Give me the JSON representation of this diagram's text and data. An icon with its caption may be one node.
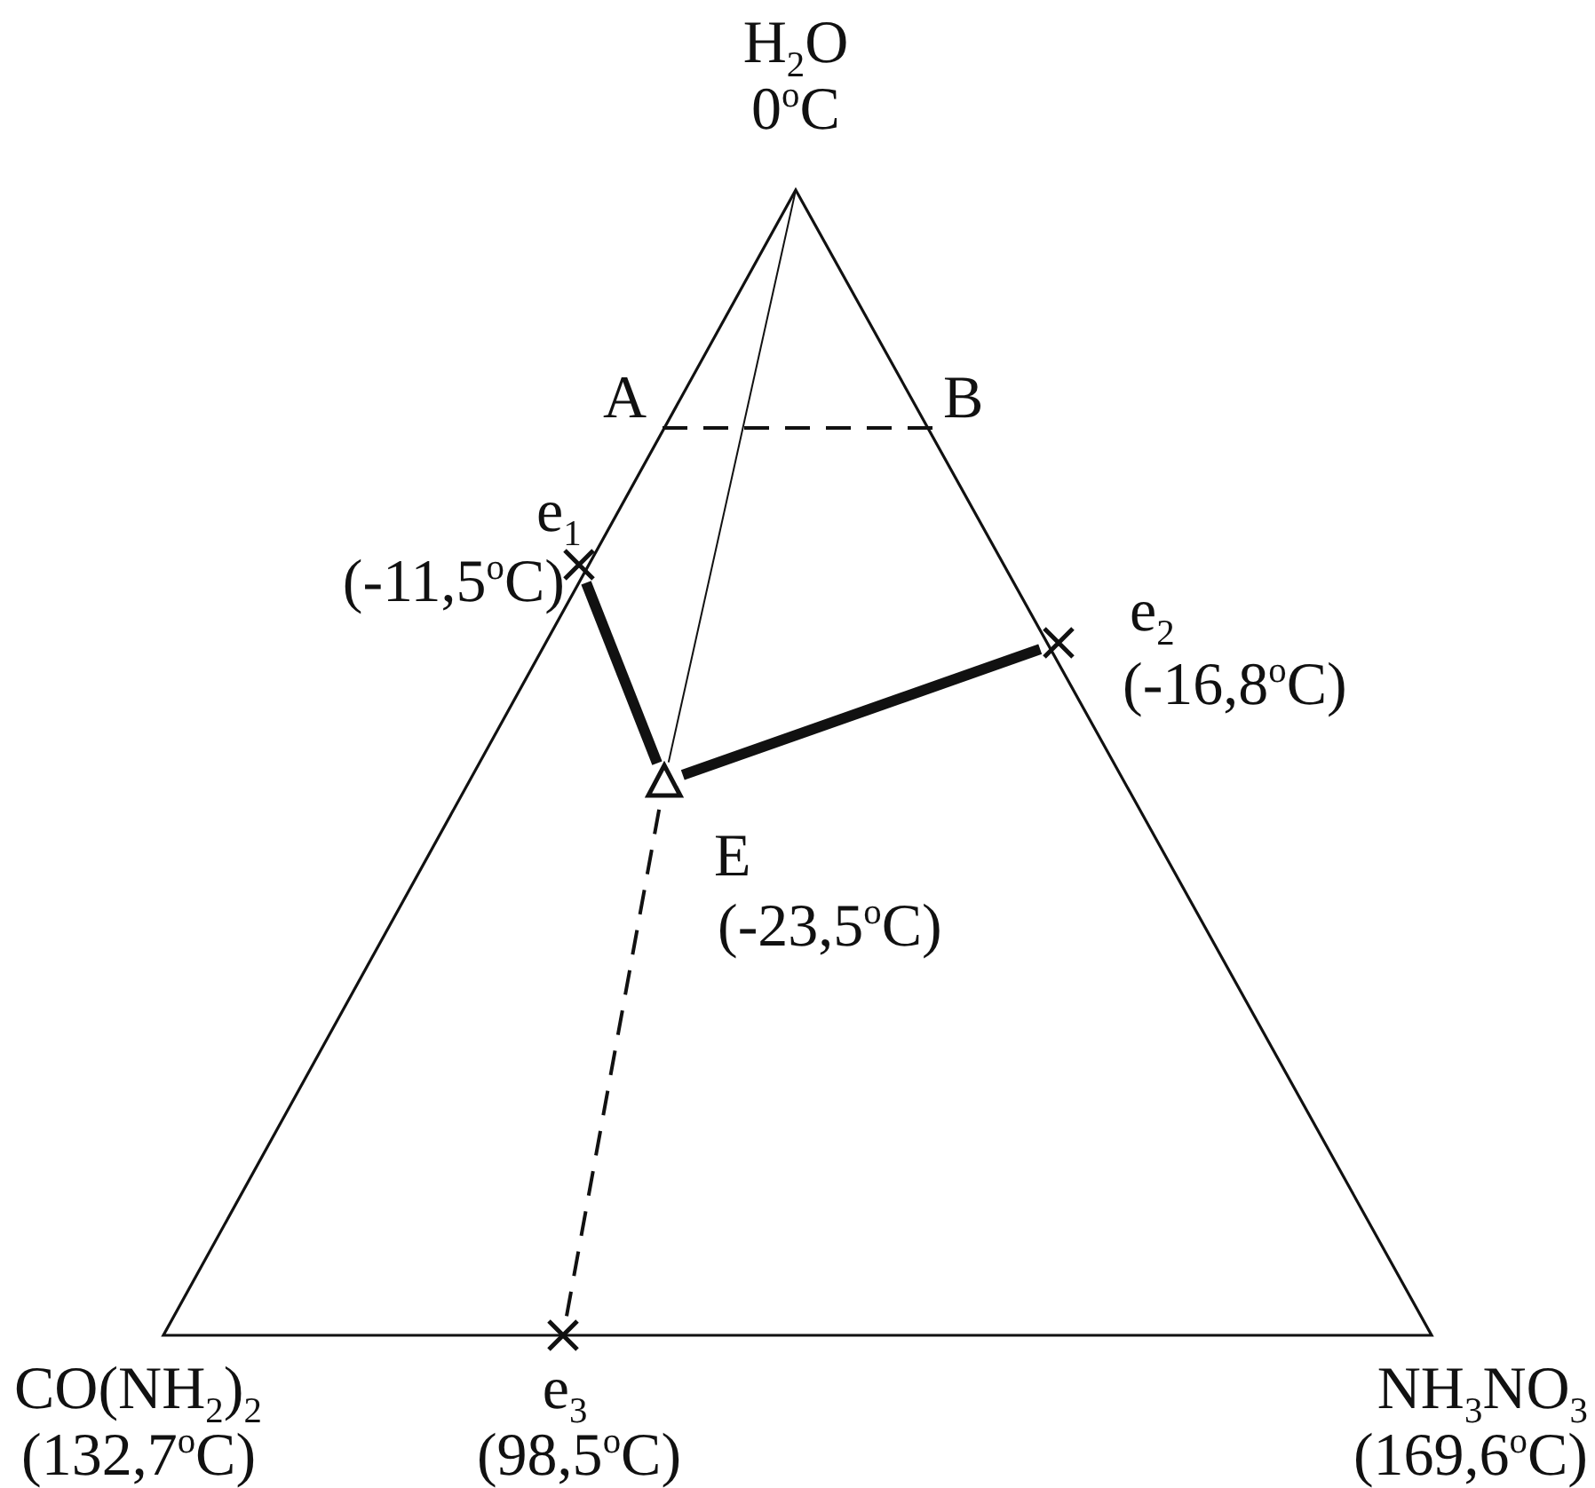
{
  "diagram": {
    "nodes": [
      {
        "text": [
          "H$_{2}$O",
          "0$^{o}$C"
        ]
      },
      {
        "text": [
          "A"
        ]
      },
      {
        "text": [
          "B"
        ]
      },
      {
        "text": [
          "e$_{1}$",
          "(-11,5$^{o}$C)"
        ]
      },
      {
        "text": [
          "e$_{2}$",
          "(-16,8$^{o}$C)"
        ]
      },
      {
        "text": [
          "E",
          "(-23,5$^{o}$C)"
        ]
      },
      {
        "text": [
          "CO(NH$_{2}$)$_{2}$",
          "(132,7$^{o}$C)"
        ]
      },
      {
        "text": [
          "e$_{3}$",
          "(98,5$^{o}$C)"
        ]
      },
      {
        "text": [
          "NH$_{3}$NO$_{3}$",
          "(169,6$^{o}$C)"
        ]
      }
    ],
    "edges": [
      {
        "from": 1,
        "to": 2,
        "arrow": "none",
        "style": "dashed"
      },
      {
        "from": 0,
        "to": 5,
        "arrow": "none"
      },
      {
        "from": 3,
        "to": 5,
        "arrow": "none",
        "style": "thick"
      },
      {
        "from": 4,
        "to": 5,
        "arrow": "none",
        "style": "thick"
      },
      {
        "from": 7,
        "to": 5,
        "arrow": "none",
        "style": "dashed"
      }
    ]
  }
}
